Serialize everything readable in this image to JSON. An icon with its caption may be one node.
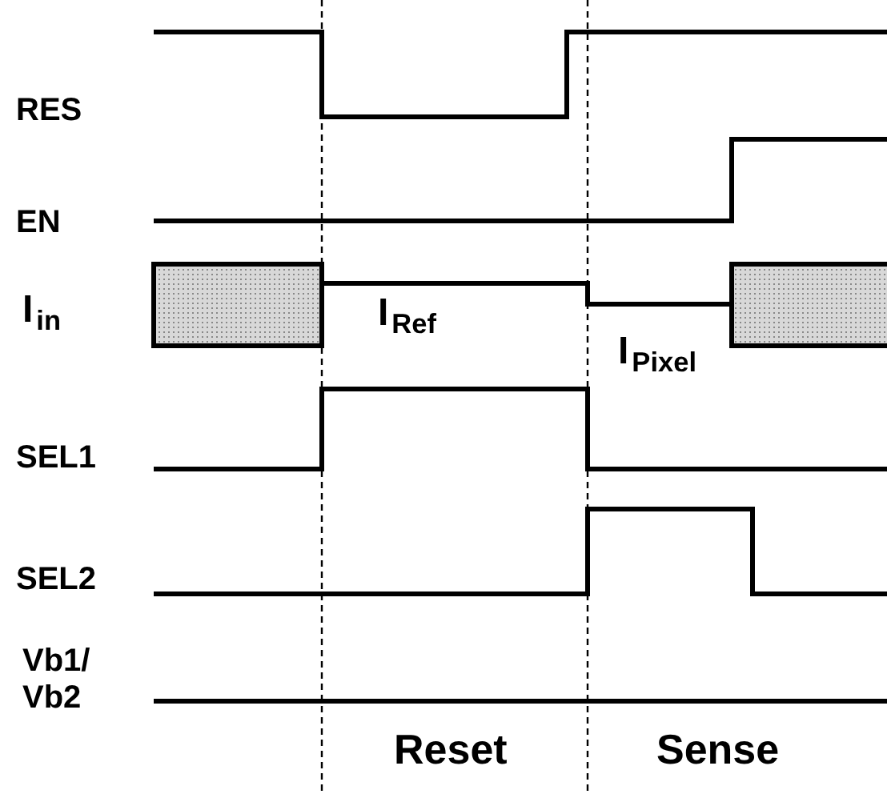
{
  "diagram": {
    "labels": [
      "RES",
      "EN",
      "I$_{in}$",
      "I$_{Ref}$",
      "I$_{Pixel}$",
      "SEL1",
      "SEL2",
      "Vb1/ Vb2",
      "Reset",
      "Sense"
    ]
  }
}
